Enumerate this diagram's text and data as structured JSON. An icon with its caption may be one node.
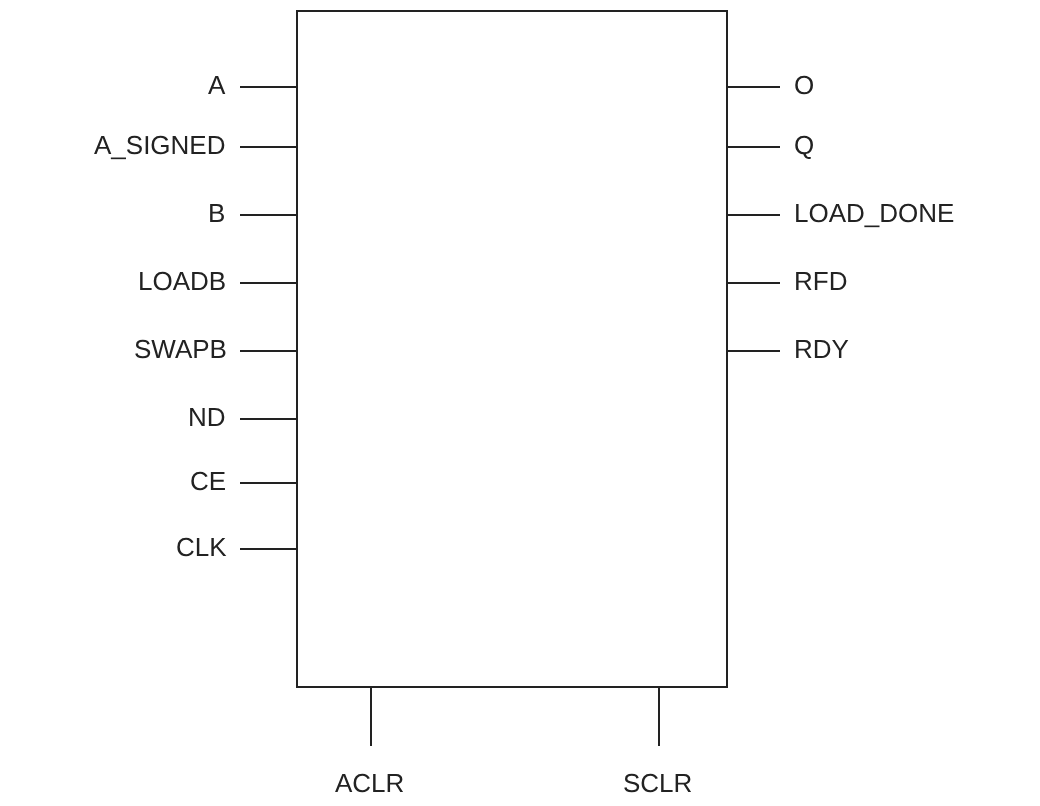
{
  "diagram": {
    "labels": [
      "A",
      "A_SIGNED",
      "B",
      "LOADB",
      "SWAPB",
      "ND",
      "CE",
      "CLK",
      "O",
      "Q",
      "LOAD_DONE",
      "RFD",
      "RDY",
      "ACLR",
      "SCLR"
    ]
  }
}
